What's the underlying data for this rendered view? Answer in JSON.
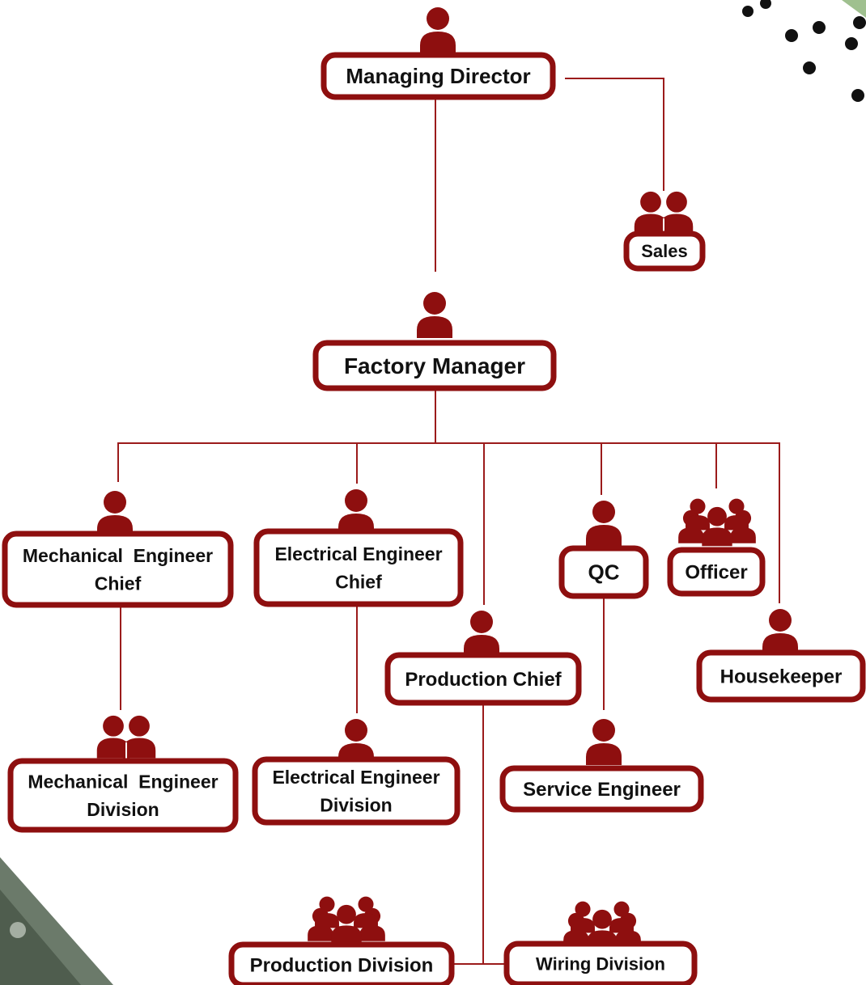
{
  "colors": {
    "accent": "#8e0f0f",
    "line": "#9b1b1b",
    "text": "#111111",
    "box_fill": "#ffffff",
    "background": "#ffffff"
  },
  "nodes": {
    "managing_director": {
      "label": [
        "Managing Director"
      ],
      "icon": "person-icon"
    },
    "sales": {
      "label": [
        "Sales"
      ],
      "icon": "pair-people-icon"
    },
    "factory_manager": {
      "label": [
        "Factory Manager"
      ],
      "icon": "person-icon"
    },
    "mech_chief": {
      "label": [
        "Mechanical  Engineer",
        "Chief"
      ],
      "icon": "person-icon"
    },
    "elec_chief": {
      "label": [
        "Electrical Engineer",
        "Chief"
      ],
      "icon": "person-icon"
    },
    "production_chief": {
      "label": [
        "Production Chief"
      ],
      "icon": "person-icon"
    },
    "qc": {
      "label": [
        "QC"
      ],
      "icon": "person-icon"
    },
    "officer": {
      "label": [
        "Officer"
      ],
      "icon": "group-people-icon"
    },
    "housekeeper": {
      "label": [
        "Housekeeper"
      ],
      "icon": "person-icon"
    },
    "mech_division": {
      "label": [
        "Mechanical  Engineer",
        "Division"
      ],
      "icon": "pair-people-icon"
    },
    "elec_division": {
      "label": [
        "Electrical Engineer",
        "Division"
      ],
      "icon": "person-icon"
    },
    "service_engineer": {
      "label": [
        "Service Engineer"
      ],
      "icon": "person-icon"
    },
    "production_division": {
      "label": [
        "Production Division"
      ],
      "icon": "group-people-icon"
    },
    "wiring_division": {
      "label": [
        "Wiring Division"
      ],
      "icon": "group-people-icon"
    }
  },
  "edges": [
    [
      "managing_director",
      "sales"
    ],
    [
      "managing_director",
      "factory_manager"
    ],
    [
      "factory_manager",
      "mech_chief"
    ],
    [
      "factory_manager",
      "elec_chief"
    ],
    [
      "factory_manager",
      "production_chief"
    ],
    [
      "factory_manager",
      "qc"
    ],
    [
      "factory_manager",
      "officer"
    ],
    [
      "factory_manager",
      "housekeeper"
    ],
    [
      "mech_chief",
      "mech_division"
    ],
    [
      "elec_chief",
      "elec_division"
    ],
    [
      "qc",
      "service_engineer"
    ],
    [
      "production_chief",
      "production_division"
    ],
    [
      "production_chief",
      "wiring_division"
    ]
  ]
}
